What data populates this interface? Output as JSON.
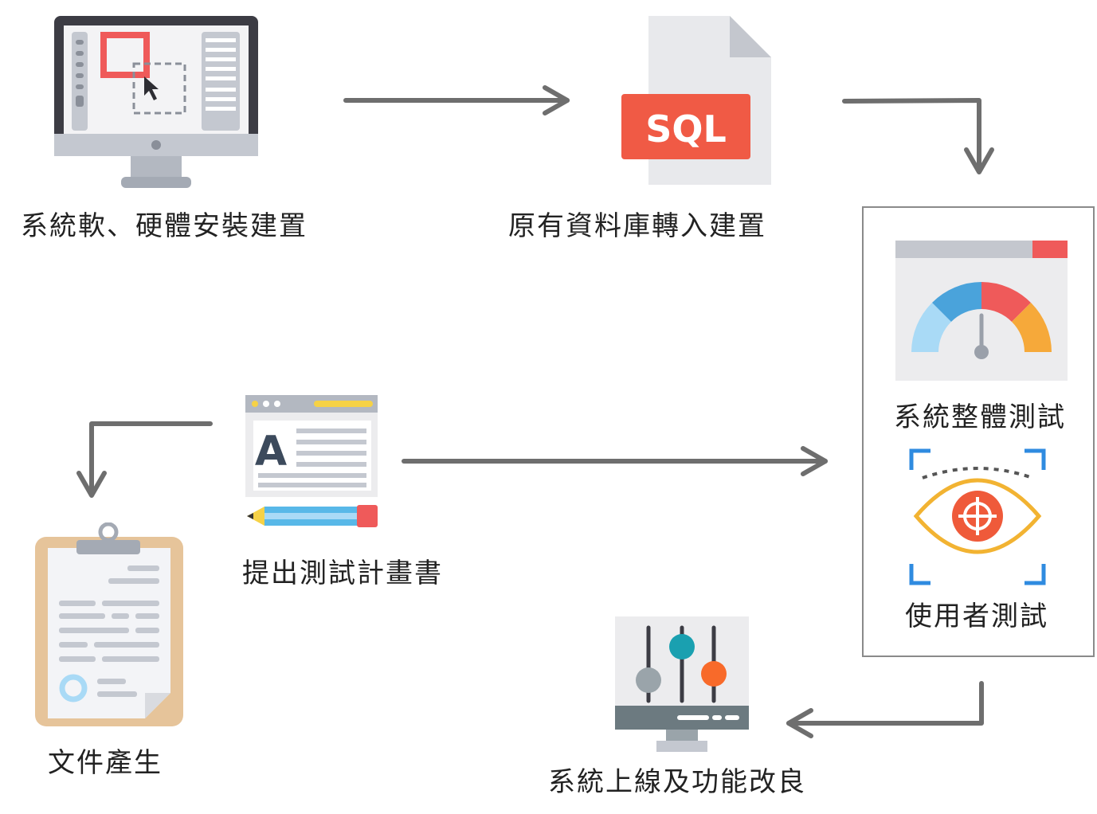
{
  "steps": {
    "install": "系統軟、硬體安裝建置",
    "db_import": "原有資料庫轉入建置",
    "system_test": "系統整體測試",
    "user_test": "使用者測試",
    "plan": "提出測試計畫書",
    "docs": "文件產生",
    "launch": "系統上線及功能改良"
  },
  "sql_icon_text": "SQL",
  "icons": [
    "monitor-design-icon",
    "sql-file-icon",
    "gauge-icon",
    "eye-target-icon",
    "document-pencil-icon",
    "clipboard-icon",
    "equalizer-monitor-icon"
  ],
  "colors": {
    "arrow": "#6b6b6b",
    "sql_badge": "#f05a45",
    "box_border": "#8a8a8a"
  }
}
